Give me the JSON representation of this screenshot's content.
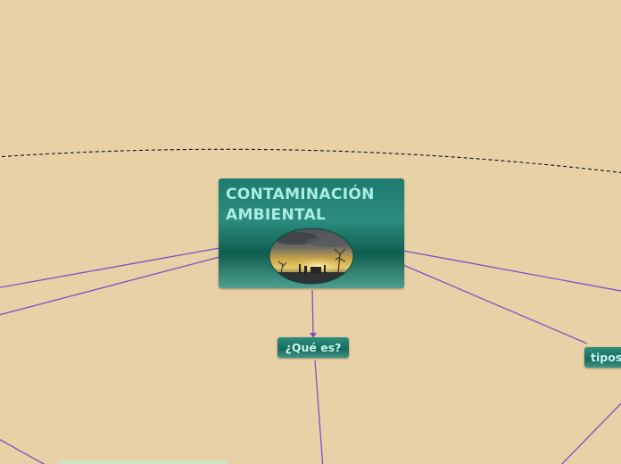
{
  "map": {
    "central_topic": {
      "line1": "CONTAMINACIÓN",
      "line2": "AMBIENTAL",
      "image": "polluted-sunset-industrial-landscape"
    },
    "topics": {
      "que_es": "¿Qué es?",
      "tipos": "tipos"
    }
  },
  "colors": {
    "background": "#e8d1a6",
    "node_fill": "#1e7b6d",
    "node_text": "#a9eee2",
    "connector": "#7a52c4",
    "boundary": "#111111"
  }
}
